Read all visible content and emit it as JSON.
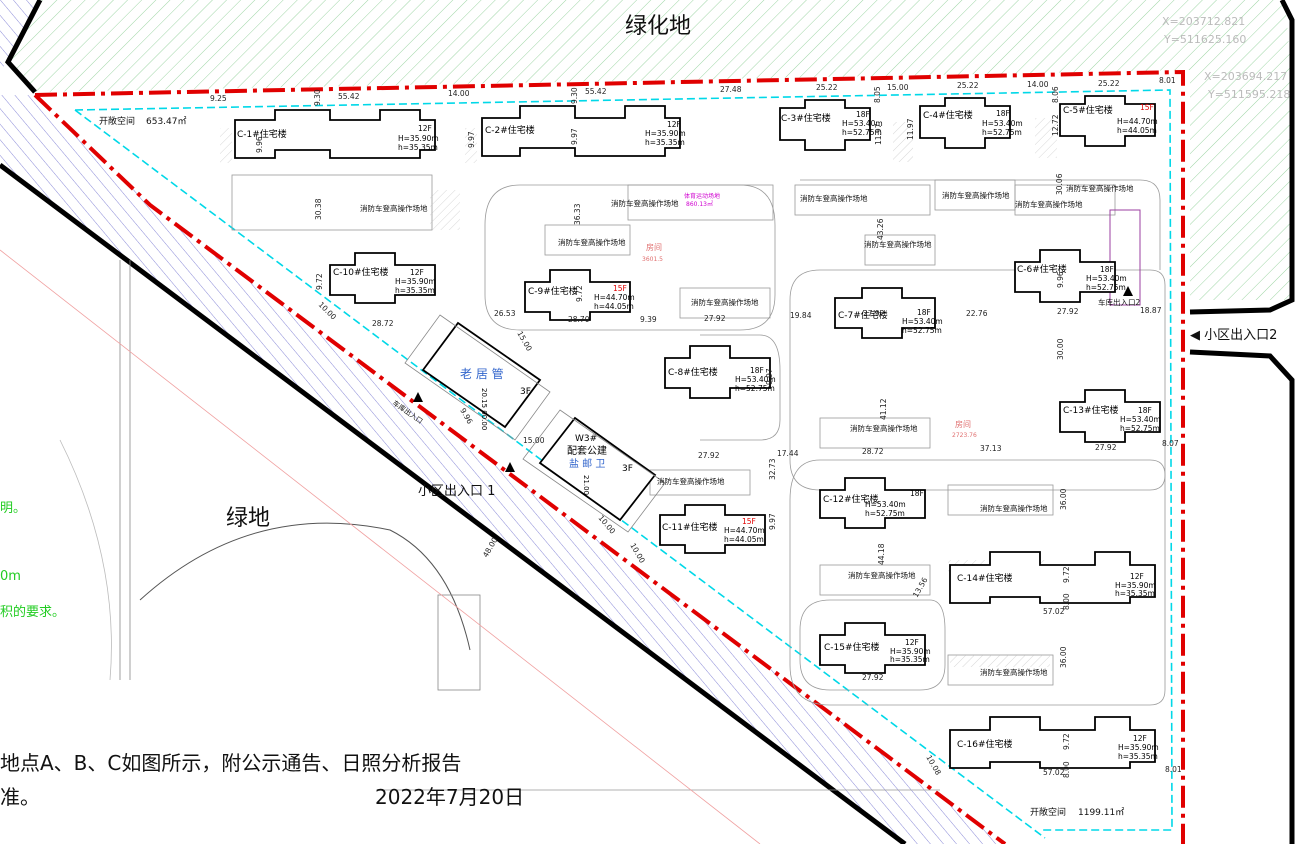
{
  "labels": {
    "green_area_top": "绿化地",
    "green_area_left": "绿地",
    "open_space_top": "开敞空间",
    "open_space_top_area": "653.47㎡",
    "open_space_bottom": "开敞空间",
    "open_space_bottom_area": "1199.11㎡",
    "entrance1": "小区出入口 1",
    "entrance2": "◀ 小区出入口2",
    "garage1": "车库出入口",
    "garage2": "车库出入口2",
    "coord1_x": "X=203712.821",
    "coord1_y": "Y=511625.160",
    "coord2_x": "X=203694.217",
    "coord2_y": "Y=511595.218",
    "note_line1": "地点A、B、C如图所示，附公示通告、日照分析报告",
    "note_line2": "准。",
    "date": "2022年7月20日",
    "green_text1": "明。",
    "green_text2": "0m",
    "green_text3": "积的要求。",
    "sports_area": "体育运动场地",
    "sports_area_size": "860.13㎡",
    "room1": "房间",
    "room1_size": "3601.5",
    "room2": "房间",
    "room2_size": "2723.76",
    "fire_area": "消防车登高操作场地"
  },
  "buildings": [
    {
      "name": "C-1#住宅楼",
      "floors": "12F",
      "H": "H=35.90m",
      "h": "h=35.35m"
    },
    {
      "name": "C-2#住宅楼",
      "floors": "12F",
      "H": "H=35.90m",
      "h": "h=35.35m"
    },
    {
      "name": "C-3#住宅楼",
      "floors": "18F",
      "H": "H=53.40m",
      "h": "h=52.75m"
    },
    {
      "name": "C-4#住宅楼",
      "floors": "18F",
      "H": "H=53.40m",
      "h": "h=52.75m"
    },
    {
      "name": "C-5#住宅楼",
      "floors": "15F",
      "H": "H=44.70m",
      "h": "h=44.05m"
    },
    {
      "name": "C-6#住宅楼",
      "floors": "18F",
      "H": "H=53.40m",
      "h": "h=52.75m"
    },
    {
      "name": "C-7#住宅楼",
      "floors": "18F",
      "H": "H=53.40m",
      "h": "h=52.75m"
    },
    {
      "name": "C-8#住宅楼",
      "floors": "18F",
      "H": "H=53.40m",
      "h": "h=52.75m"
    },
    {
      "name": "C-9#住宅楼",
      "floors": "15F",
      "H": "H=44.70m",
      "h": "h=44.05m"
    },
    {
      "name": "C-10#住宅楼",
      "floors": "12F",
      "H": "H=35.90m",
      "h": "h=35.35m"
    },
    {
      "name": "C-11#住宅楼",
      "floors": "15F",
      "H": "H=44.70m",
      "h": "h=44.05m"
    },
    {
      "name": "C-12#住宅楼",
      "floors": "18F",
      "H": "H=53.40m",
      "h": "h=52.75m"
    },
    {
      "name": "C-13#住宅楼",
      "floors": "18F",
      "H": "H=53.40m",
      "h": "h=52.75m"
    },
    {
      "name": "C-14#住宅楼",
      "floors": "12F",
      "H": "H=35.90m",
      "h": "h=35.35m"
    },
    {
      "name": "C-15#住宅楼",
      "floors": "12F",
      "H": "H=35.90m",
      "h": "h=35.35m"
    },
    {
      "name": "C-16#住宅楼",
      "floors": "12F",
      "H": "H=35.90m",
      "h": "h=35.35m"
    }
  ],
  "public": [
    {
      "name": "老 居 管",
      "floors": "3F",
      "dims": "20.15 00.00"
    },
    {
      "name": "W3#",
      "name2": "配套公建",
      "name3": "盐 邮 卫",
      "floors": "3F",
      "dim": "21.00"
    }
  ],
  "dimensions": {
    "top_row": [
      "9.25",
      "55.42",
      "14.00",
      "55.42",
      "27.48",
      "25.22",
      "15.00",
      "25.22",
      "14.00",
      "25.22",
      "8.01"
    ],
    "vertical": [
      "9.30",
      "9.96",
      "9.97",
      "9.30",
      "9.97",
      "11.97",
      "11.97",
      "8.05",
      "12.72",
      "8.06",
      "30.38",
      "36.33",
      "43.26",
      "30.06",
      "9.72",
      "9.72",
      "9.96",
      "30.00",
      "41.12",
      "32.73",
      "9.97",
      "9.97",
      "36.00",
      "36.00",
      "9.72",
      "9.72",
      "44.18",
      "13.56",
      "8.00",
      "8.07",
      "8.00",
      "8.01"
    ],
    "horizontal": [
      "28.72",
      "28.70",
      "26.53",
      "27.92",
      "9.39",
      "19.84",
      "27.92",
      "22.76",
      "27.92",
      "18.87",
      "15.00",
      "27.92",
      "17.44",
      "28.72",
      "37.13",
      "27.92",
      "57.02",
      "57.02",
      "27.92",
      "10.00",
      "10.00",
      "10.00",
      "10.08",
      "15.00",
      "9.96",
      "48.00"
    ]
  },
  "colors": {
    "redline": "#e00000",
    "cyan": "#00d8e8",
    "green": "#22cc22",
    "hatch": "#8a8ad8"
  }
}
